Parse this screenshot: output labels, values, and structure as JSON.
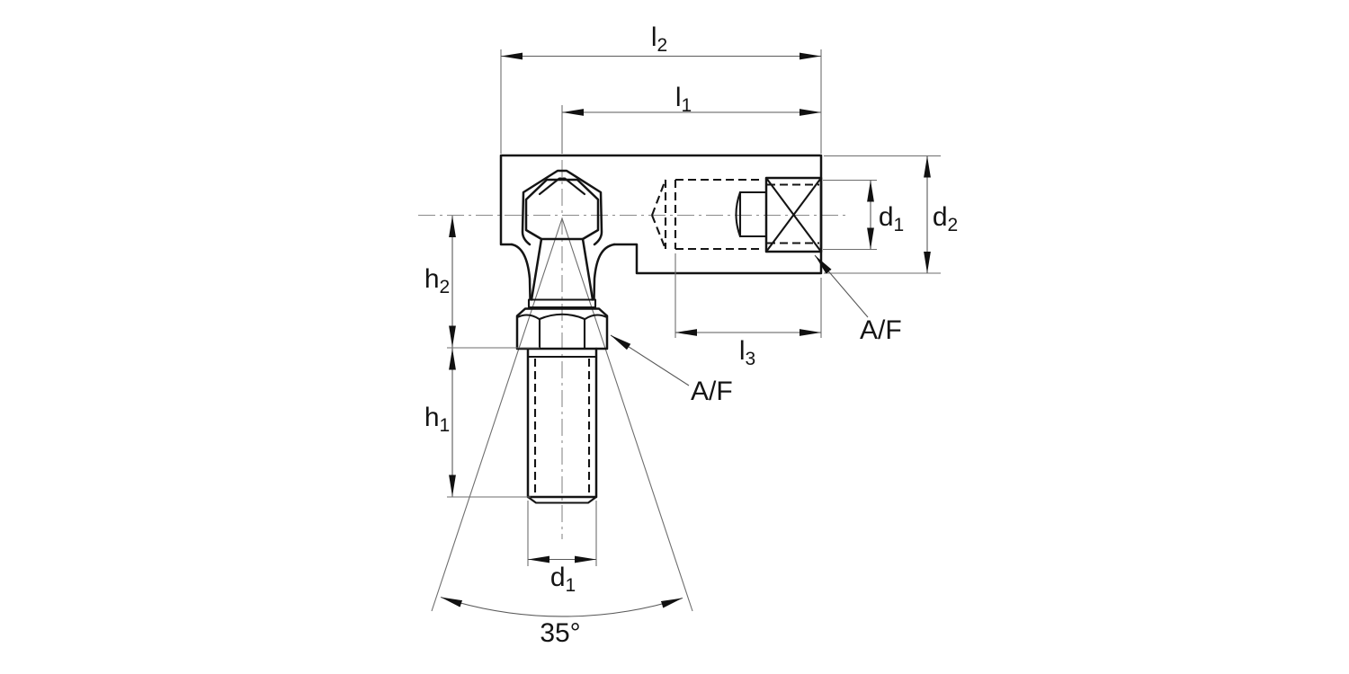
{
  "diagram": {
    "kind": "technical-dimension-drawing",
    "labels": {
      "l2": {
        "base": "l",
        "sub": "2"
      },
      "l1": {
        "base": "l",
        "sub": "1"
      },
      "d1_thread": {
        "base": "d",
        "sub": "1"
      },
      "d2": {
        "base": "d",
        "sub": "2"
      },
      "h2": {
        "base": "h",
        "sub": "2"
      },
      "h1": {
        "base": "h",
        "sub": "1"
      },
      "l3": {
        "base": "l",
        "sub": "3"
      },
      "d1_stud": {
        "base": "d",
        "sub": "1"
      },
      "af_socket": "A/F",
      "af_hex": "A/F",
      "cone_angle": "35°"
    },
    "colors": {
      "outline": "#141414",
      "thin_line": "#6e6e6e",
      "arrowhead": "#111111",
      "text": "#141414",
      "background": "#ffffff"
    }
  }
}
